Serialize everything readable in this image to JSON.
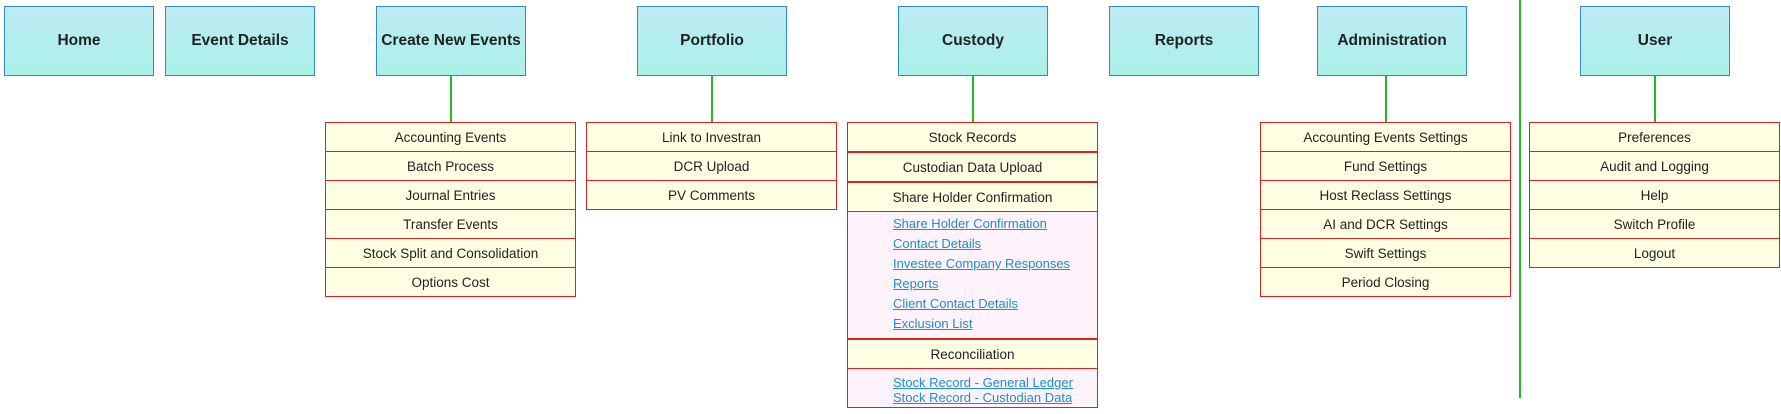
{
  "nav": {
    "home": "Home",
    "event_details": "Event Details",
    "create_new_events": "Create New Events",
    "portfolio": "Portfolio",
    "custody": "Custody",
    "reports": "Reports",
    "administration": "Administration",
    "user": "User"
  },
  "create_menu": [
    "Accounting Events",
    "Batch Process",
    "Journal Entries",
    "Transfer Events",
    "Stock Split and Consolidation",
    "Options Cost"
  ],
  "portfolio_menu": [
    "Link to Investran",
    "DCR Upload",
    "PV Comments"
  ],
  "custody_menu": {
    "items": [
      "Stock Records",
      "Custodian Data Upload",
      "Share Holder Confirmation"
    ],
    "shc_links": [
      "Share Holder Confirmation",
      "Contact Details",
      "Investee Company Responses",
      "Reports",
      "Client Contact Details",
      "Exclusion List"
    ],
    "reconciliation": "Reconciliation",
    "recon_links": [
      "Stock Record - General Ledger",
      "Stock Record - Custodian Data"
    ]
  },
  "admin_menu": [
    "Accounting Events Settings",
    "Fund Settings",
    "Host Reclass Settings",
    "AI and DCR Settings",
    "Swift Settings",
    "Period Closing"
  ],
  "user_menu": [
    "Preferences",
    "Audit and Logging",
    "Help",
    "Switch Profile",
    "Logout"
  ],
  "colors": {
    "tile_border": "#2f8bc9",
    "tile_fill": "#b4eef0",
    "menu_border": "#e02020",
    "menu_fill": "#ffffe3",
    "links_fill": "#fff3fb",
    "connector": "#22bb22",
    "link": "#1a8fd1"
  }
}
